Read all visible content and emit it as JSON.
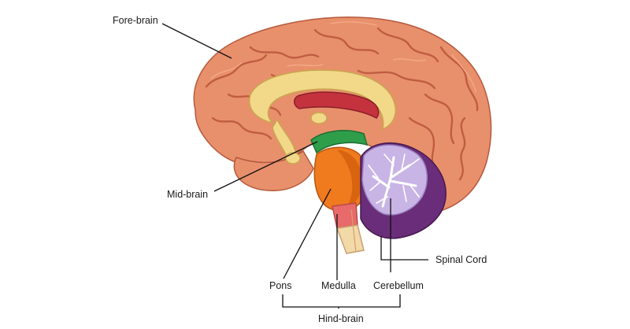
{
  "labels": {
    "fore_brain": "Fore-brain",
    "mid_brain": "Mid-brain",
    "spinal_cord": "Spinal Cord",
    "pons": "Pons",
    "medulla": "Medulla",
    "cerebellum": "Cerebellum",
    "hind_brain": "Hind-brain"
  },
  "colors": {
    "cerebrum": "#e8906c",
    "corpus_callosum": "#f2d98a",
    "ventricle": "#c4323e",
    "midbrain": "#2e9e4a",
    "pons": "#f07a1e",
    "medulla": "#e86a6a",
    "spinal_cord": "#f2d9a8",
    "cerebellum_arbor": "#c9b4e6",
    "cerebellum_outer": "#6a2d7a"
  }
}
